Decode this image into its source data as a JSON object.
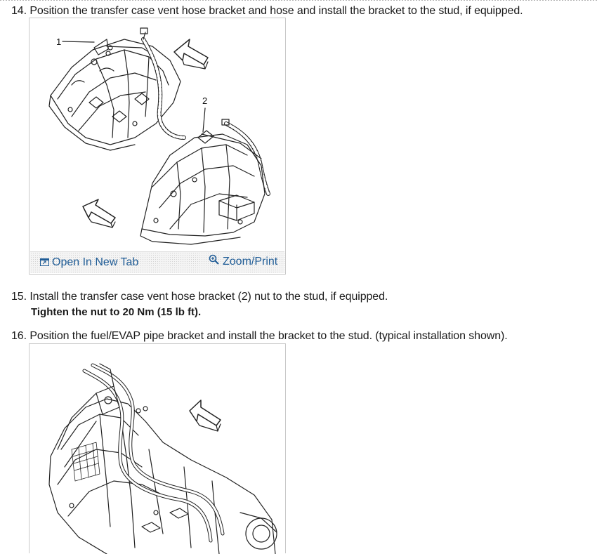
{
  "steps": [
    {
      "number": "14.",
      "text": "Position the transfer case vent hose bracket and hose and install the bracket to the stud, if equipped.",
      "figure": {
        "callouts": [
          "1",
          "2"
        ],
        "open_label": "Open In New Tab",
        "zoom_label": "Zoom/Print"
      }
    },
    {
      "number": "15.",
      "text": "Install the transfer case vent hose bracket (2) nut to the stud, if equipped.",
      "note": "Tighten the nut to 20 Nm (15 lb ft)."
    },
    {
      "number": "16.",
      "text": "Position the fuel/EVAP pipe bracket and install the bracket to the stud. (typical installation shown)."
    }
  ],
  "colors": {
    "link": "#1f5c96",
    "text": "#1a1a1a",
    "figure_border": "#c8c8c8"
  },
  "icons": [
    "open-new-tab-icon",
    "zoom-icon",
    "direction-arrow-icon"
  ]
}
